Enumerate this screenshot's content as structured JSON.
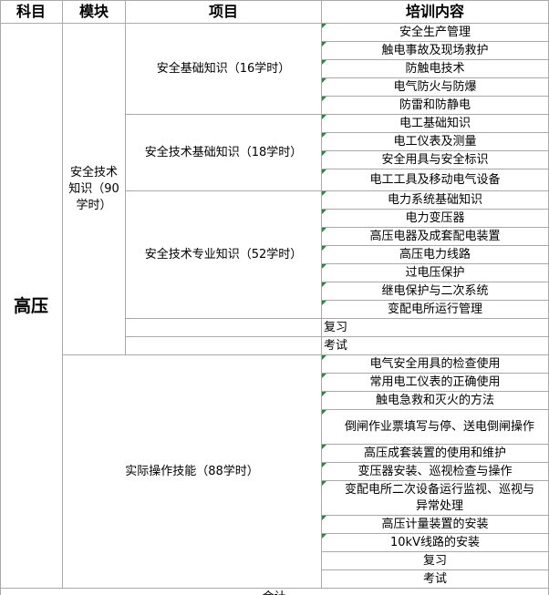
{
  "header": {
    "subject": "科目",
    "module": "模块",
    "item": "项目",
    "content": "培训内容"
  },
  "subject": "高压",
  "module_1": "安全技术知识（90学时）",
  "module_2": "实际操作技能（88学时）",
  "items": {
    "basic": "安全基础知识（16学时）",
    "tech_basic": "安全技术基础知识（18学时）",
    "tech_pro": "安全技术专业知识（52学时）",
    "review": "复习",
    "exam": "考试"
  },
  "content": {
    "basic": [
      "安全生产管理",
      "触电事故及现场救护",
      "防触电技术",
      "电气防火与防爆",
      "防雷和防静电"
    ],
    "tech_basic": [
      "电工基础知识",
      "电工仪表及测量",
      "安全用具与安全标识",
      "电工工具及移动电气设备"
    ],
    "tech_pro": [
      "电力系统基础知识",
      "电力变压器",
      "高压电器及成套配电装置",
      "高压电力线路",
      "过电压保护",
      "继电保护与二次系统",
      "变配电所运行管理"
    ],
    "practice": [
      "电气安全用具的检查使用",
      "常用电工仪表的正确使用",
      "触电急救和灭火的方法",
      "倒闸作业票填写与停、送电倒闸操作",
      "高压成套装置的使用和维护",
      "变压器安装、巡视检查与操作",
      "变配电所二次设备运行监视、巡视与异常处理",
      "高压计量装置的安装",
      "10kV线路的安装",
      "复习",
      "考试"
    ]
  },
  "footer": "合计"
}
